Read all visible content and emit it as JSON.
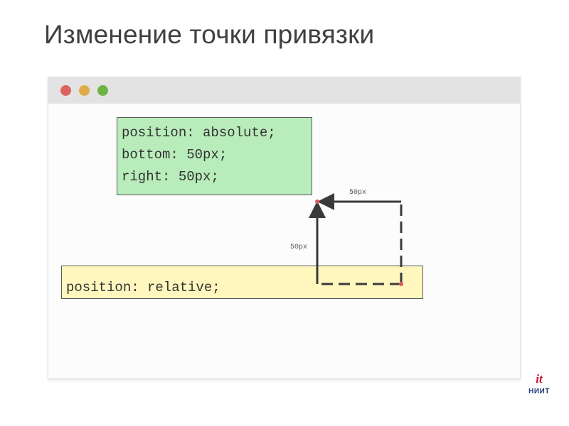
{
  "title": "Изменение точки привязки",
  "browser": {
    "dots": [
      {
        "name": "close",
        "color": "#dc6460"
      },
      {
        "name": "minimize",
        "color": "#e0ac48"
      },
      {
        "name": "maximize",
        "color": "#6cb446"
      }
    ]
  },
  "absolute_box": {
    "color": "#b9ecbb",
    "lines": [
      "position: absolute;",
      "bottom: 50px;",
      "right: 50px;"
    ]
  },
  "relative_box": {
    "color": "#fff7be",
    "text": "position: relative;"
  },
  "offsets": {
    "horizontal_label": "50px",
    "vertical_label": "50px"
  },
  "logo": {
    "mark": "it",
    "name": "НИИТ"
  }
}
